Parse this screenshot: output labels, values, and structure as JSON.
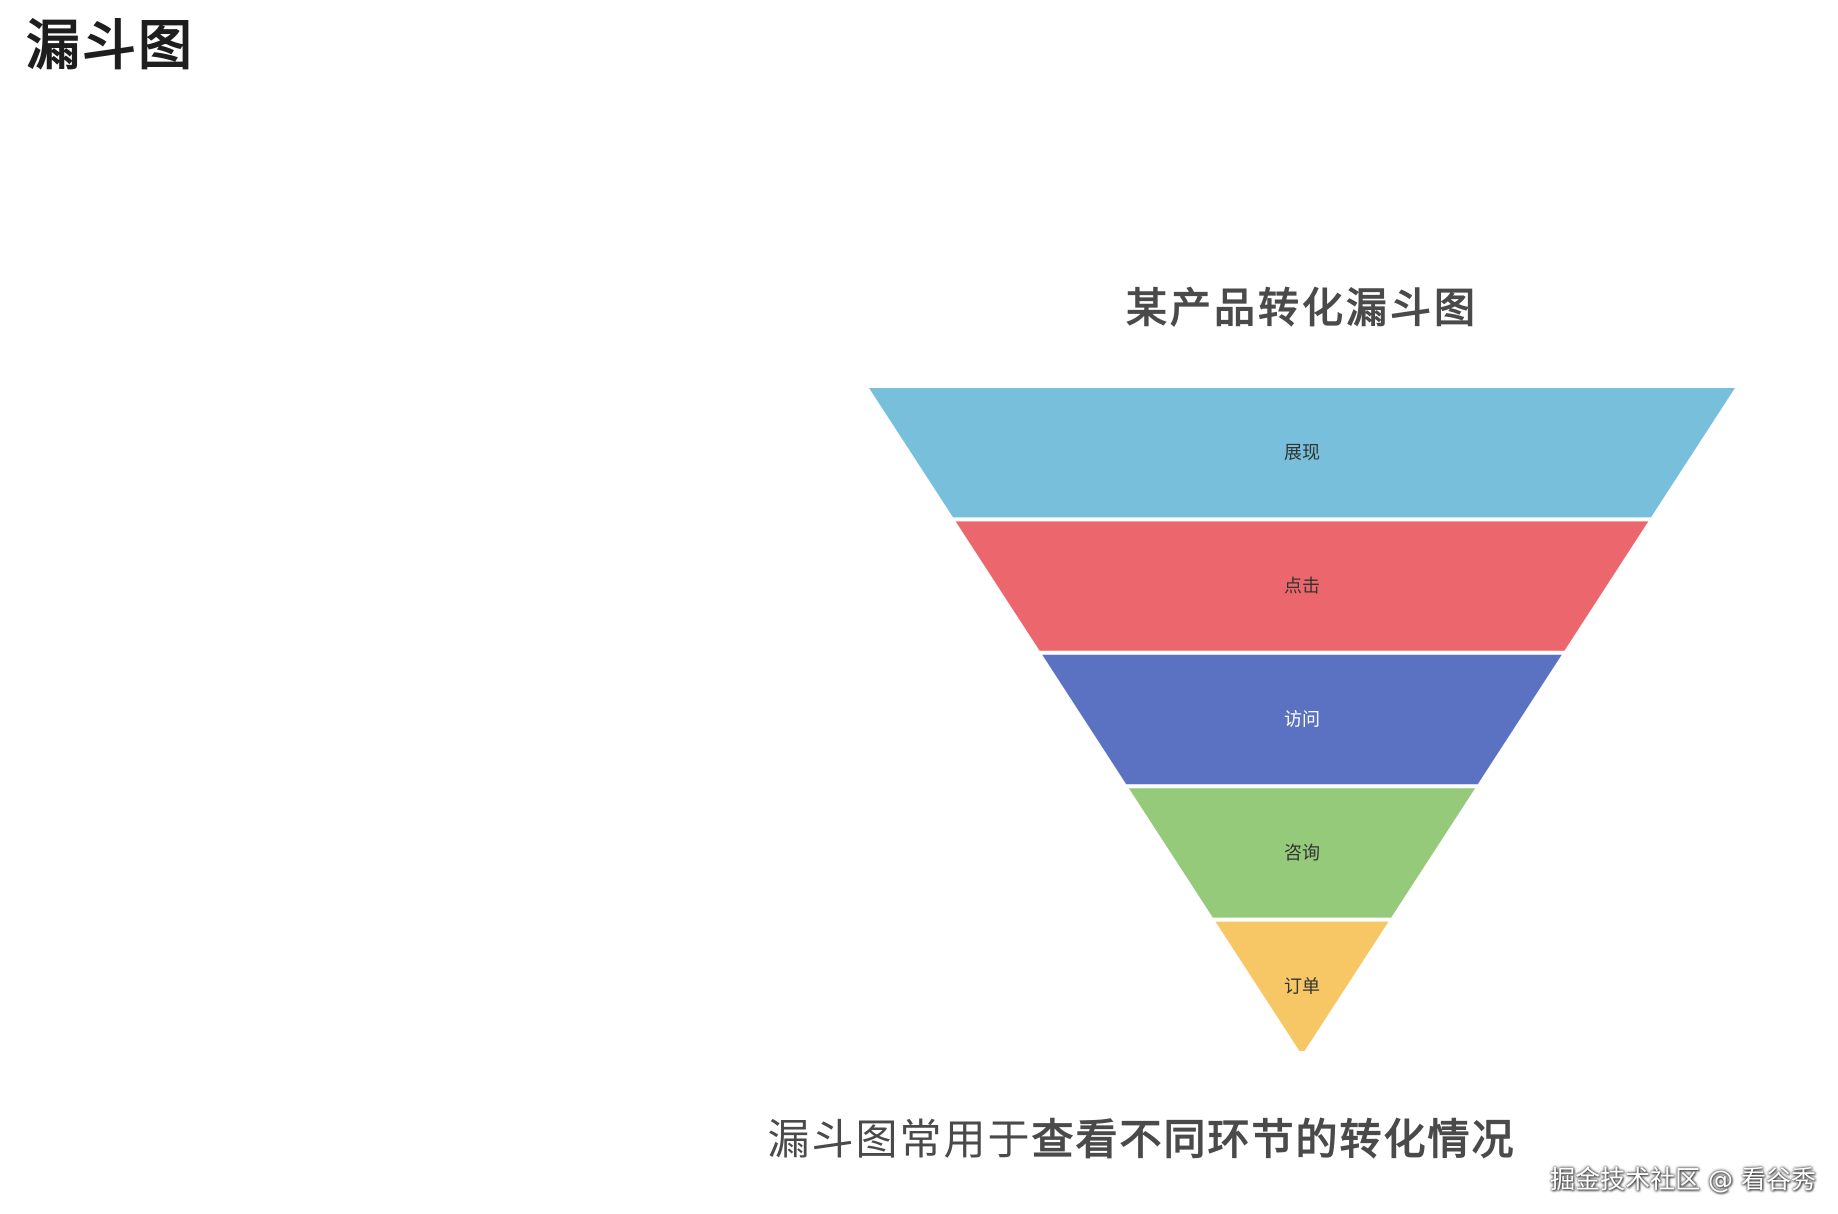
{
  "page": {
    "title": "漏斗图"
  },
  "chart_data": {
    "type": "funnel",
    "title": "某产品转化漏斗图",
    "categories": [
      "展现",
      "点击",
      "访问",
      "咨询",
      "订单"
    ],
    "values": [
      100,
      80,
      60,
      40,
      20
    ],
    "colors": [
      "#78bfdc",
      "#eb676d",
      "#5a72c1",
      "#96ca7b",
      "#f7c765"
    ],
    "label_colors": [
      "#333333",
      "#333333",
      "#ffffff",
      "#333333",
      "#333333"
    ],
    "sort": "descending",
    "label_position": "inside"
  },
  "caption": {
    "plain": "漏斗图常用于",
    "bold": "查看不同环节的转化情况"
  },
  "watermark": "掘金技术社区 @ 看谷秀"
}
